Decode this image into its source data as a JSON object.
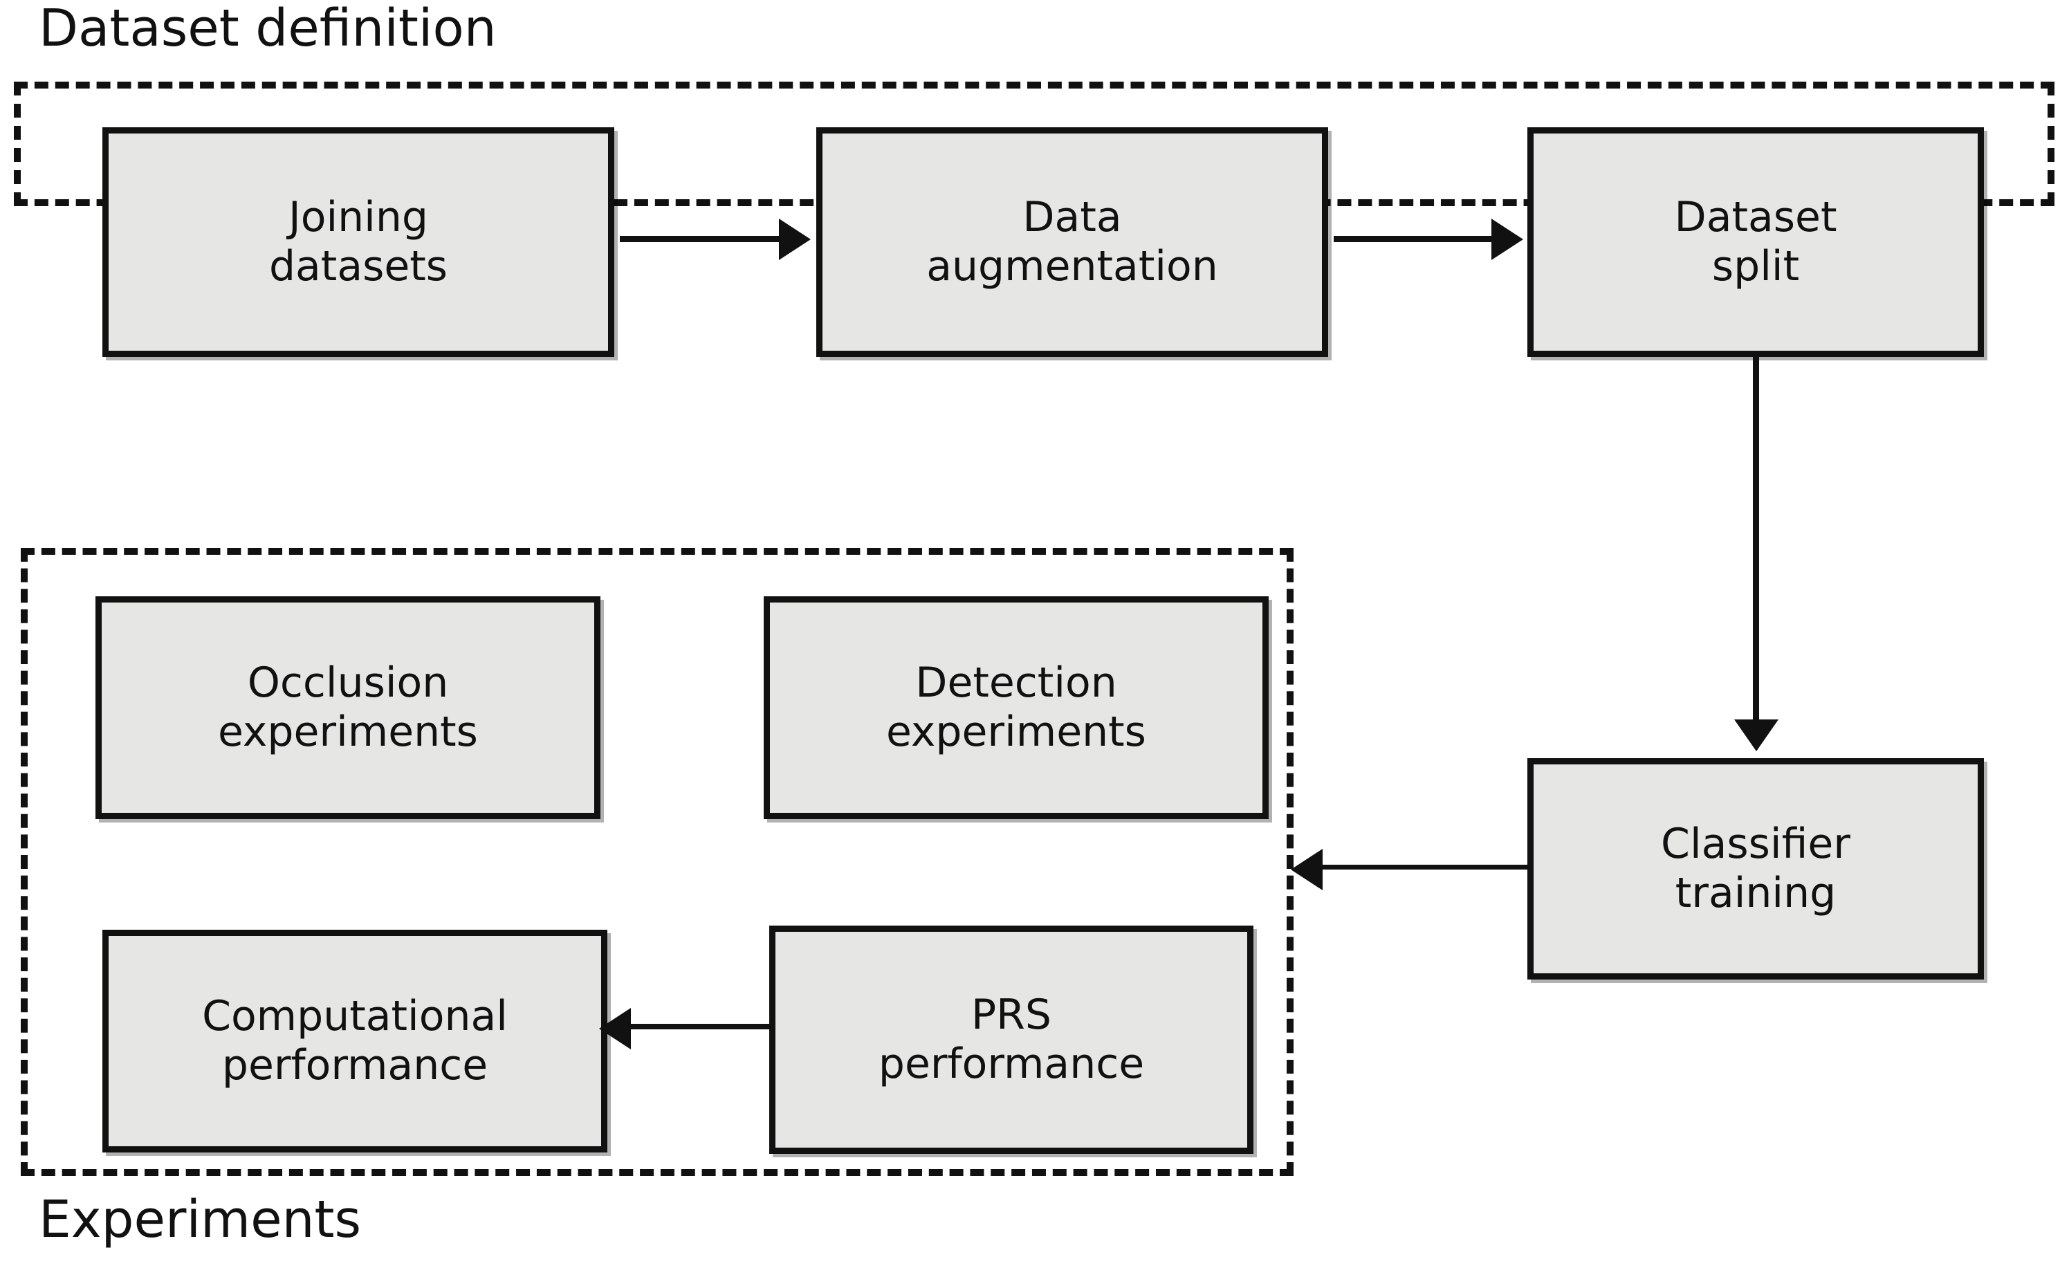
{
  "figure": {
    "type": "flowchart",
    "background": "#ffffff",
    "node_fill": "#e6e6e4",
    "node_stroke": "#111111",
    "group_stroke": "#111111"
  },
  "groups": [
    {
      "id": "dataset-definition",
      "label": "Dataset definition",
      "label_position": "above-left",
      "border_style": "dashed"
    },
    {
      "id": "experiments",
      "label": "Experiments",
      "label_position": "below-left",
      "border_style": "dashed"
    }
  ],
  "nodes": [
    {
      "id": "joining-datasets",
      "label": "Joining\ndatasets",
      "group": "dataset-definition"
    },
    {
      "id": "data-augmentation",
      "label": "Data\naugmentation",
      "group": "dataset-definition"
    },
    {
      "id": "dataset-split",
      "label": "Dataset\nsplit",
      "group": "dataset-definition"
    },
    {
      "id": "classifier-training",
      "label": "Classifier\ntraining",
      "group": "none"
    },
    {
      "id": "occlusion-experiments",
      "label": "Occlusion\nexperiments",
      "group": "experiments"
    },
    {
      "id": "detection-experiments",
      "label": "Detection\nexperiments",
      "group": "experiments"
    },
    {
      "id": "computational-performance",
      "label": "Computational\nperformance",
      "group": "experiments"
    },
    {
      "id": "prs-performance",
      "label": "PRS\nperformance",
      "group": "experiments"
    }
  ],
  "edges": [
    {
      "from": "joining-datasets",
      "to": "data-augmentation",
      "direction": "right"
    },
    {
      "from": "data-augmentation",
      "to": "dataset-split",
      "direction": "right"
    },
    {
      "from": "dataset-split",
      "to": "classifier-training",
      "direction": "down"
    },
    {
      "from": "classifier-training",
      "to": "experiments",
      "direction": "left"
    },
    {
      "from": "prs-performance",
      "to": "computational-performance",
      "direction": "left"
    }
  ]
}
